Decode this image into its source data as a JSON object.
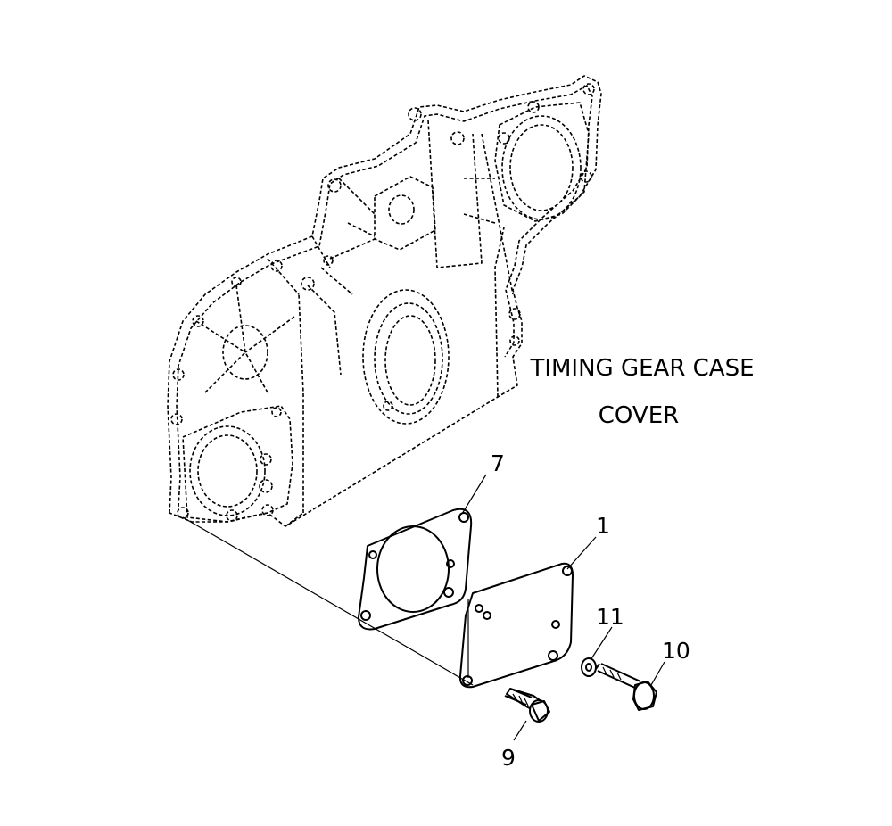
{
  "title": {
    "line1": "TIMING GEAR CASE",
    "line2": "COVER"
  },
  "callouts": [
    {
      "id": "1",
      "label": "1"
    },
    {
      "id": "7",
      "label": "7"
    },
    {
      "id": "9",
      "label": "9"
    },
    {
      "id": "10",
      "label": "10"
    },
    {
      "id": "11",
      "label": "11"
    }
  ]
}
